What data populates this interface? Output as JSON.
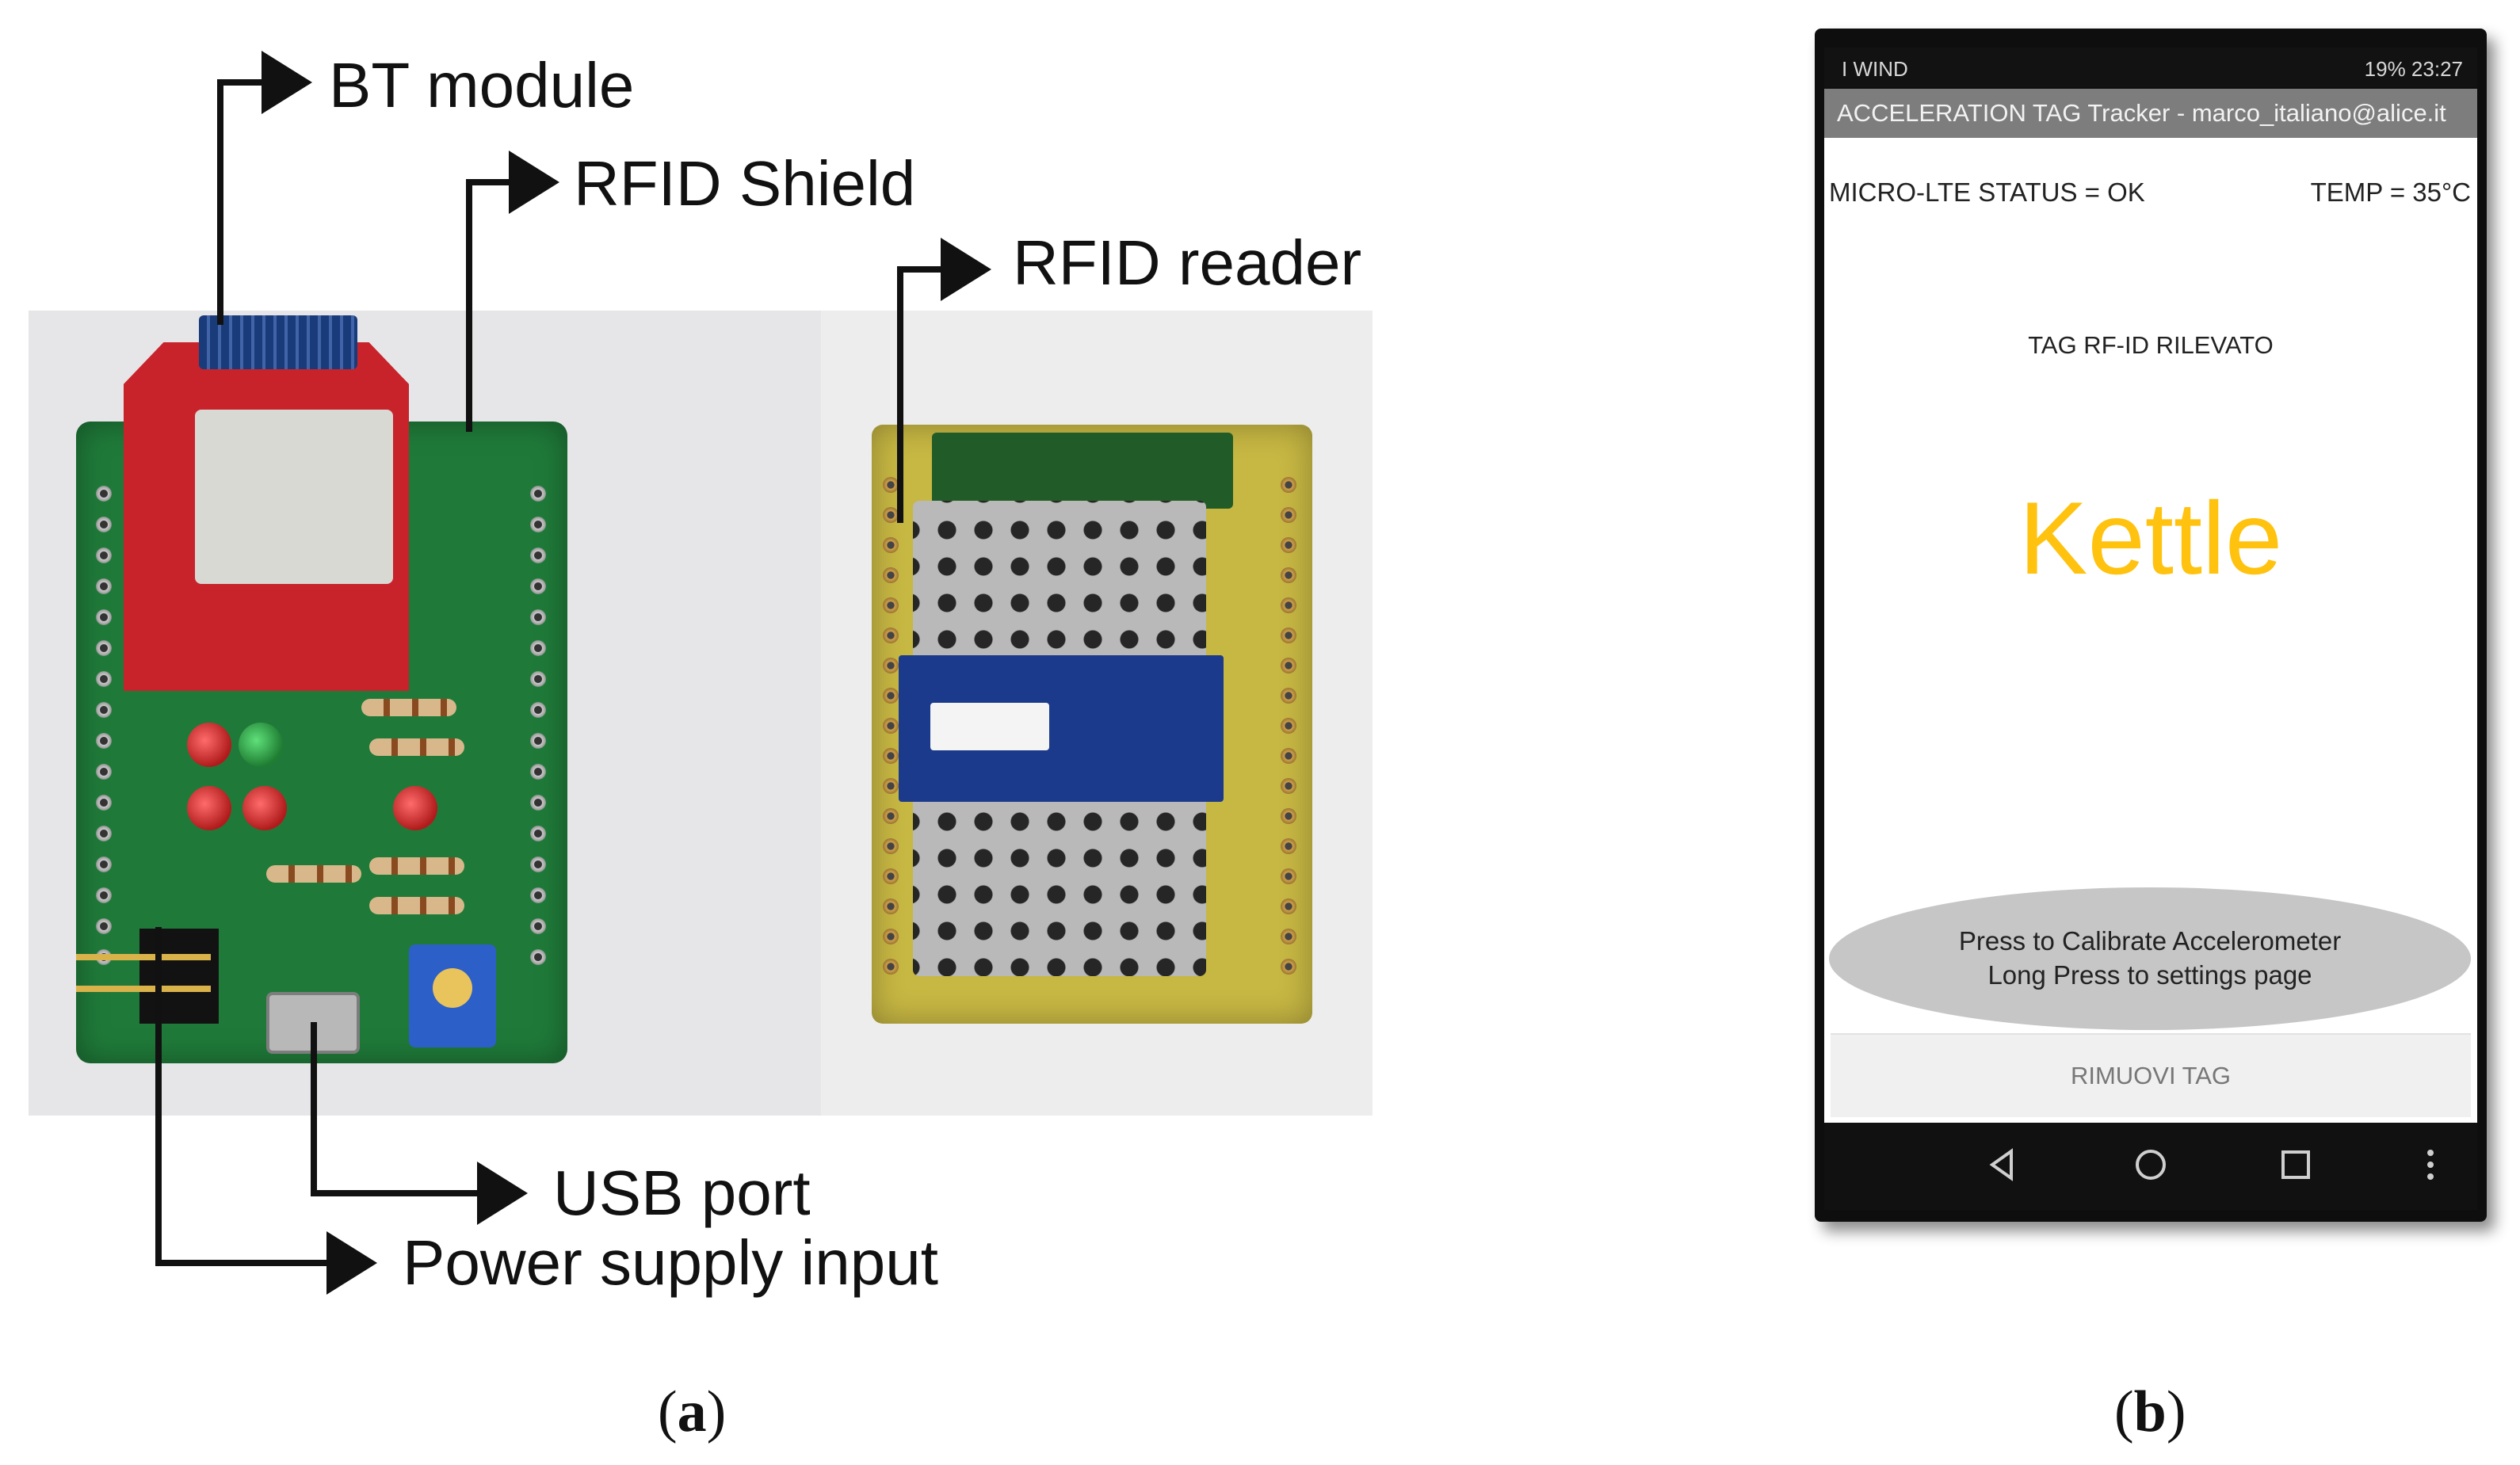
{
  "panel_a": {
    "labels": {
      "bt_module": "BT module",
      "rfid_shield": "RFID Shield",
      "rfid_reader": "RFID reader",
      "usb_port": "USB port",
      "power_supply": "Power supply input"
    },
    "caption": "a"
  },
  "panel_b": {
    "status_bar": {
      "carrier": "I WIND",
      "right": "19% 23:27"
    },
    "app_title": "ACCELERATION TAG Tracker - marco_italiano@alice.it",
    "micro_lte_status": "MICRO-LTE STATUS = OK",
    "temp": "TEMP = 35°C",
    "tag_detected": "TAG RF-ID RILEVATO",
    "tag_name": "Kettle",
    "calibrate_line1": "Press to Calibrate Accelerometer",
    "calibrate_line2": "Long Press to settings page",
    "remove_tag": "RIMUOVI TAG",
    "caption": "b",
    "colors": {
      "tag_name": "#ffc20e",
      "title_bar": "#7d7d7d"
    },
    "nav_icons": [
      "back-icon",
      "home-icon",
      "recents-icon",
      "more-icon"
    ]
  }
}
